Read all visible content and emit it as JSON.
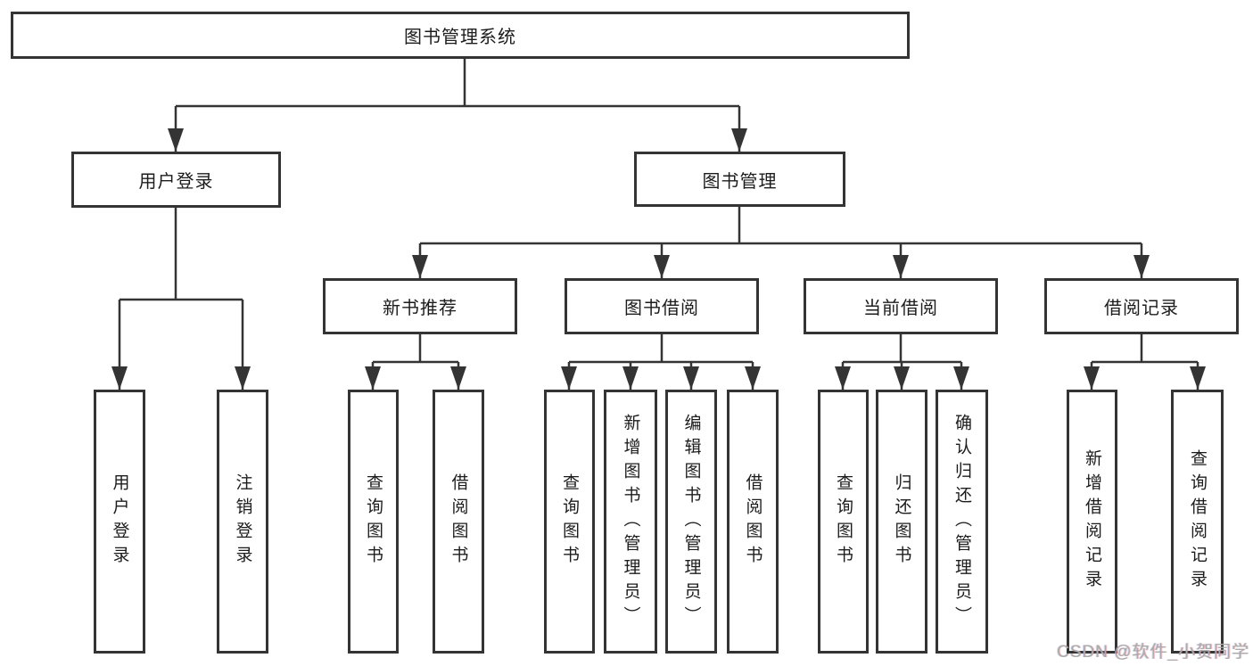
{
  "tree": {
    "label": "图书管理系统",
    "children": [
      {
        "label": "用户登录",
        "children": [
          {
            "label": "用户登录"
          },
          {
            "label": "注销登录"
          }
        ]
      },
      {
        "label": "图书管理",
        "children": [
          {
            "label": "新书推荐",
            "children": [
              {
                "label": "查询图书"
              },
              {
                "label": "借阅图书"
              }
            ]
          },
          {
            "label": "图书借阅",
            "children": [
              {
                "label": "查询图书"
              },
              {
                "label": "新增图书（管理员）"
              },
              {
                "label": "编辑图书（管理员）"
              },
              {
                "label": "借阅图书"
              }
            ]
          },
          {
            "label": "当前借阅",
            "children": [
              {
                "label": "查询图书"
              },
              {
                "label": "归还图书"
              },
              {
                "label": "确认归还（管理员）"
              }
            ]
          },
          {
            "label": "借阅记录",
            "children": [
              {
                "label": "新增借阅记录"
              },
              {
                "label": "查询借阅记录"
              }
            ]
          }
        ]
      }
    ]
  },
  "watermark": "CSDN @软件_小贺同学",
  "colors": {
    "line": "#343434",
    "border": "#343434",
    "text": "#1c1c1c",
    "watermark": "#ababab",
    "background": "#ffffff"
  }
}
